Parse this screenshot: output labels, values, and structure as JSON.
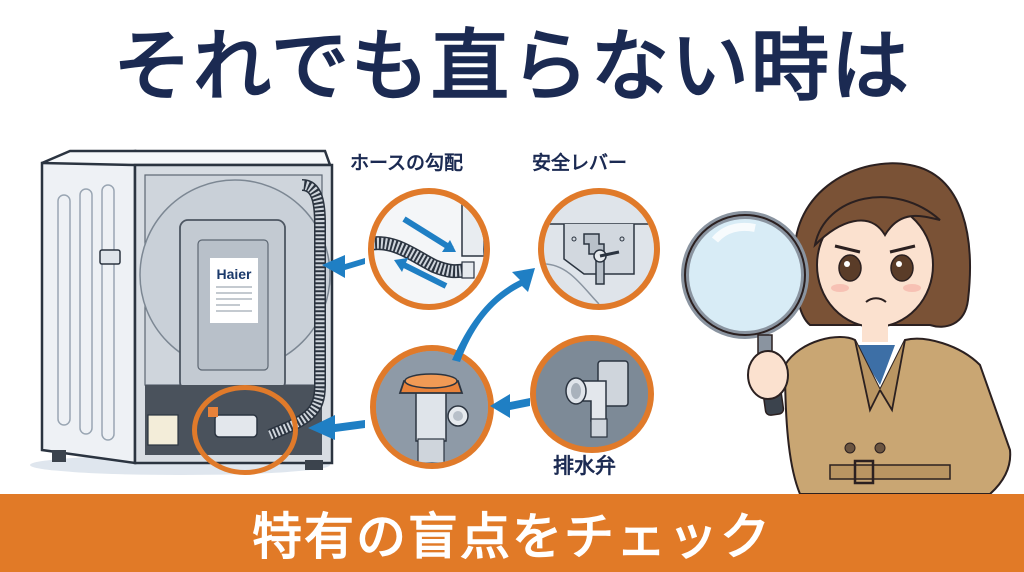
{
  "header": {
    "title": "それでも直らない時は"
  },
  "callouts": {
    "hose_slope": "ホースの勾配",
    "safety_lever": "安全レバー",
    "drain_valve": "排水弁"
  },
  "machine": {
    "brand": "Haier"
  },
  "banner": {
    "text": "特有の盲点をチェック"
  },
  "colors": {
    "title_navy": "#1b2a52",
    "accent_orange": "#e17a27",
    "arrow_blue": "#1f7fc4",
    "coat_tan": "#c9a673"
  }
}
